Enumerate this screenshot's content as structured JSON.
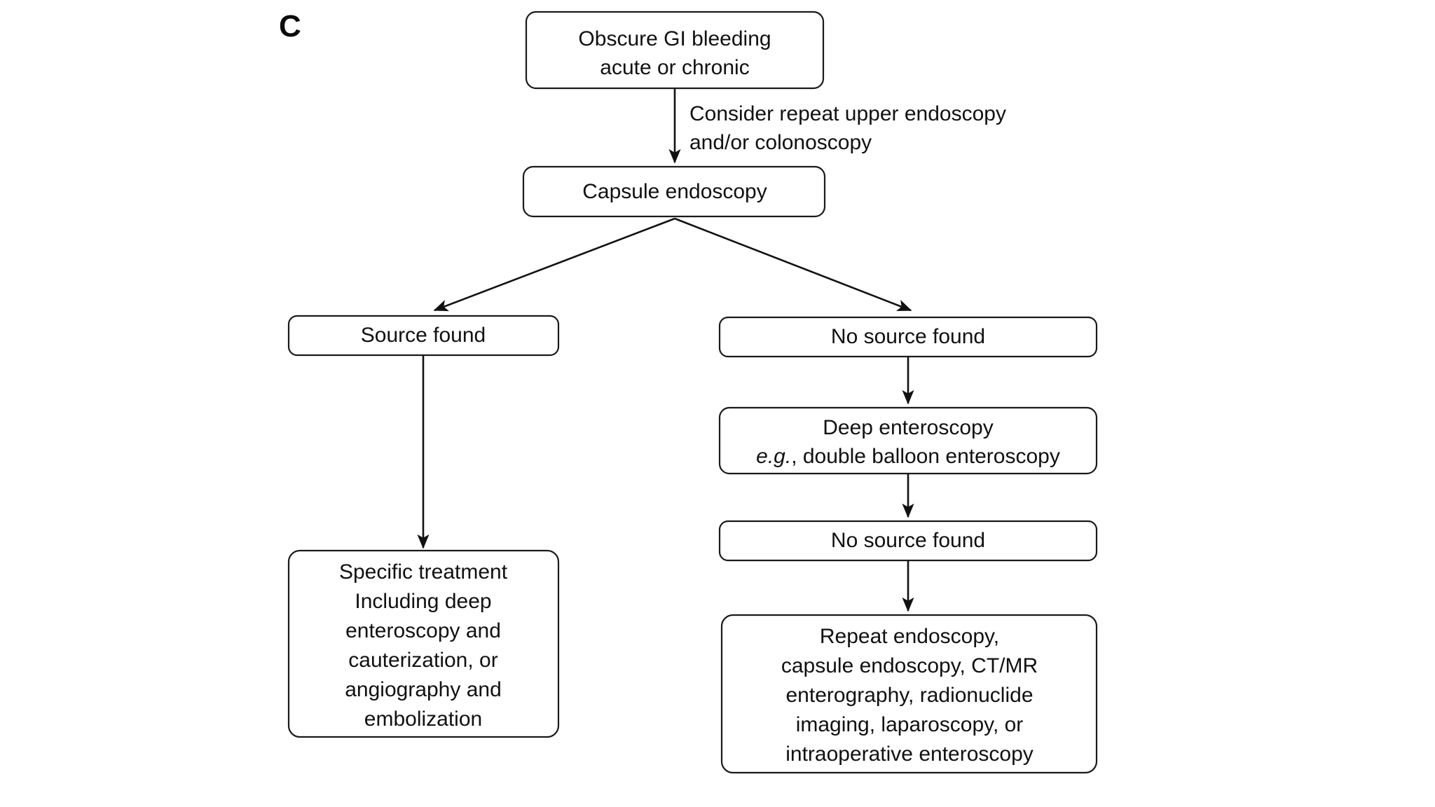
{
  "panel": {
    "label": "C"
  },
  "colors": {
    "background": "#ffffff",
    "box_stroke": "#1a1a1a",
    "box_fill": "#ffffff",
    "text": "#111111",
    "arrow": "#111111",
    "panel_label": "#0a0a0a"
  },
  "chart_data": {
    "type": "diagram",
    "title": "Obscure GI bleeding evaluation algorithm",
    "nodes": [
      {
        "id": "n1",
        "lines": [
          "Obscure GI bleeding",
          "acute or chronic"
        ]
      },
      {
        "id": "n2",
        "lines": [
          "Capsule endoscopy"
        ]
      },
      {
        "id": "n3",
        "lines": [
          "Source found"
        ]
      },
      {
        "id": "n4",
        "lines": [
          "No source found"
        ]
      },
      {
        "id": "n5",
        "lines": [
          "Deep enteroscopy",
          "e.g., double balloon enteroscopy"
        ]
      },
      {
        "id": "n6",
        "lines": [
          "No source found"
        ]
      },
      {
        "id": "n7",
        "lines": [
          "Specific treatment",
          "Including deep",
          "enteroscopy and",
          "cauterization, or",
          "angiography and",
          "embolization"
        ]
      },
      {
        "id": "n8",
        "lines": [
          "Repeat endoscopy,",
          "capsule endoscopy, CT/MR",
          "enterography, radionuclide",
          "imaging, laparoscopy, or",
          "intraoperative enteroscopy"
        ]
      }
    ],
    "edges": [
      {
        "from": "n1",
        "to": "n2",
        "label": [
          "Consider repeat upper endoscopy",
          "and/or colonoscopy"
        ]
      },
      {
        "from": "n2",
        "to": "n3",
        "label": []
      },
      {
        "from": "n2",
        "to": "n4",
        "label": []
      },
      {
        "from": "n3",
        "to": "n7",
        "label": []
      },
      {
        "from": "n4",
        "to": "n5",
        "label": []
      },
      {
        "from": "n5",
        "to": "n6",
        "label": []
      },
      {
        "from": "n6",
        "to": "n8",
        "label": []
      }
    ]
  },
  "nodes": {
    "obscure_gi": {
      "line1": "Obscure GI bleeding",
      "line2": "acute or chronic"
    },
    "capsule": {
      "line1": "Capsule endoscopy"
    },
    "source_found": {
      "line1": "Source found"
    },
    "no_source_found_1": {
      "line1": "No source found"
    },
    "deep_enteroscopy": {
      "line1": "Deep enteroscopy",
      "line2_italic": "e.g.",
      "line2_rest": ", double balloon enteroscopy"
    },
    "no_source_found_2": {
      "line1": "No source found"
    },
    "specific_treatment": {
      "line1": "Specific treatment",
      "line2": "Including deep",
      "line3": "enteroscopy and",
      "line4": "cauterization, or",
      "line5": "angiography and",
      "line6": "embolization"
    },
    "repeat_workup": {
      "line1": "Repeat endoscopy,",
      "line2": "capsule endoscopy, CT/MR",
      "line3": "enterography, radionuclide",
      "line4": "imaging, laparoscopy, or",
      "line5": "intraoperative enteroscopy"
    }
  },
  "edge_labels": {
    "consider_repeat": {
      "line1": "Consider repeat upper endoscopy",
      "line2": "and/or colonoscopy"
    }
  }
}
